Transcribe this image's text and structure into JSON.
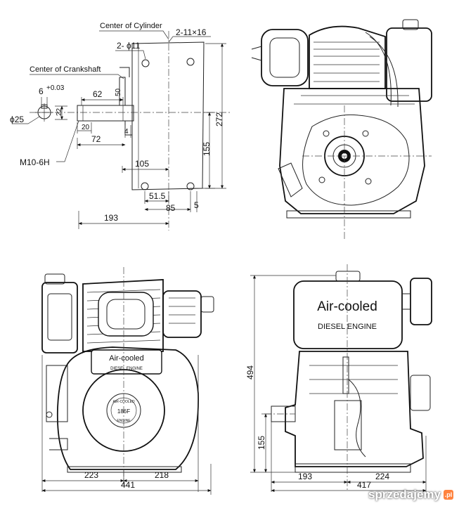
{
  "mounting": {
    "center_cylinder": "Center of Cylinder",
    "center_crankshaft": "Center of Crankshaft",
    "holes": "2-11×16",
    "hole_dia": "2- ϕ11",
    "key_width": "6",
    "key_tol": "+0.03",
    "shaft_dia": "ϕ25",
    "thread": "M10-6H",
    "d62": "62",
    "d50": "50",
    "d22": "22",
    "d20": "20",
    "d4": "4",
    "d72": "72",
    "d105": "105",
    "d51_5": "51.5",
    "d85": "85",
    "d5": "5",
    "d193": "193",
    "d155": "155",
    "d272": "272"
  },
  "side_view": {
    "brand": "Air-cooled",
    "subtitle": "DIESEL ENGINE",
    "d494": "494",
    "d155": "155",
    "d193": "193",
    "d224": "224",
    "d417": "417"
  },
  "front_view": {
    "brand": "Air-cooled",
    "subtitle": "DIESEL ENGINE",
    "ring_top": "AIR-COOLED",
    "model": "186F",
    "ring_bottom": "ENGINE",
    "d223": "223",
    "d218": "218",
    "d441": "441"
  },
  "watermark": {
    "text": "sprzedajemy",
    "badge": ".pl"
  }
}
